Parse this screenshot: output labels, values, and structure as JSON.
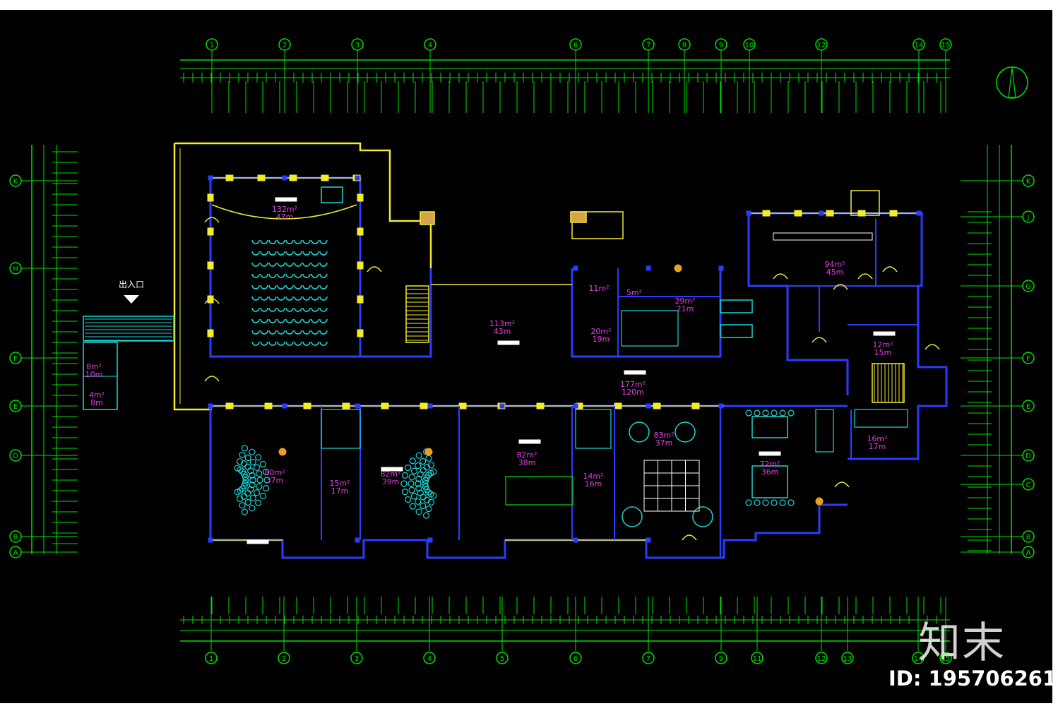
{
  "drawing": {
    "axes_top": [
      "1",
      "2",
      "3",
      "4",
      "6",
      "7",
      "8",
      "9",
      "10",
      "12",
      "14",
      "15"
    ],
    "axes_bottom": [
      "1",
      "2",
      "3",
      "4",
      "5",
      "6",
      "7",
      "9",
      "11",
      "12",
      "13",
      "14",
      "15"
    ],
    "axes_left": [
      "K",
      "H",
      "F",
      "E",
      "D",
      "B",
      "A"
    ],
    "axes_right": [
      "K",
      "J",
      "G",
      "F",
      "E",
      "D",
      "C",
      "B",
      "A"
    ],
    "entrance_label": "出入口",
    "rooms": [
      {
        "area": "132m²",
        "perimeter": "47m"
      },
      {
        "area": "113m²",
        "perimeter": "43m"
      },
      {
        "area": "11m²",
        "perimeter": ""
      },
      {
        "area": "5m²",
        "perimeter": ""
      },
      {
        "area": "20m²",
        "perimeter": "19m"
      },
      {
        "area": "29m²",
        "perimeter": "21m"
      },
      {
        "area": "94m²",
        "perimeter": "45m"
      },
      {
        "area": "12m²",
        "perimeter": "15m"
      },
      {
        "area": "8m²",
        "perimeter": "10m"
      },
      {
        "area": "4m²",
        "perimeter": "8m"
      },
      {
        "area": "177m²",
        "perimeter": "120m"
      },
      {
        "area": "80m²",
        "perimeter": "37m"
      },
      {
        "area": "15m²",
        "perimeter": "17m"
      },
      {
        "area": "82m²",
        "perimeter": "39m"
      },
      {
        "area": "82m²",
        "perimeter": "38m"
      },
      {
        "area": "14m²",
        "perimeter": "16m"
      },
      {
        "area": "83m²",
        "perimeter": "37m"
      },
      {
        "area": "72m²",
        "perimeter": "36m"
      },
      {
        "area": "16m²",
        "perimeter": "17m"
      }
    ]
  },
  "watermark": {
    "brand": "知末",
    "id": "ID: 195706261"
  }
}
